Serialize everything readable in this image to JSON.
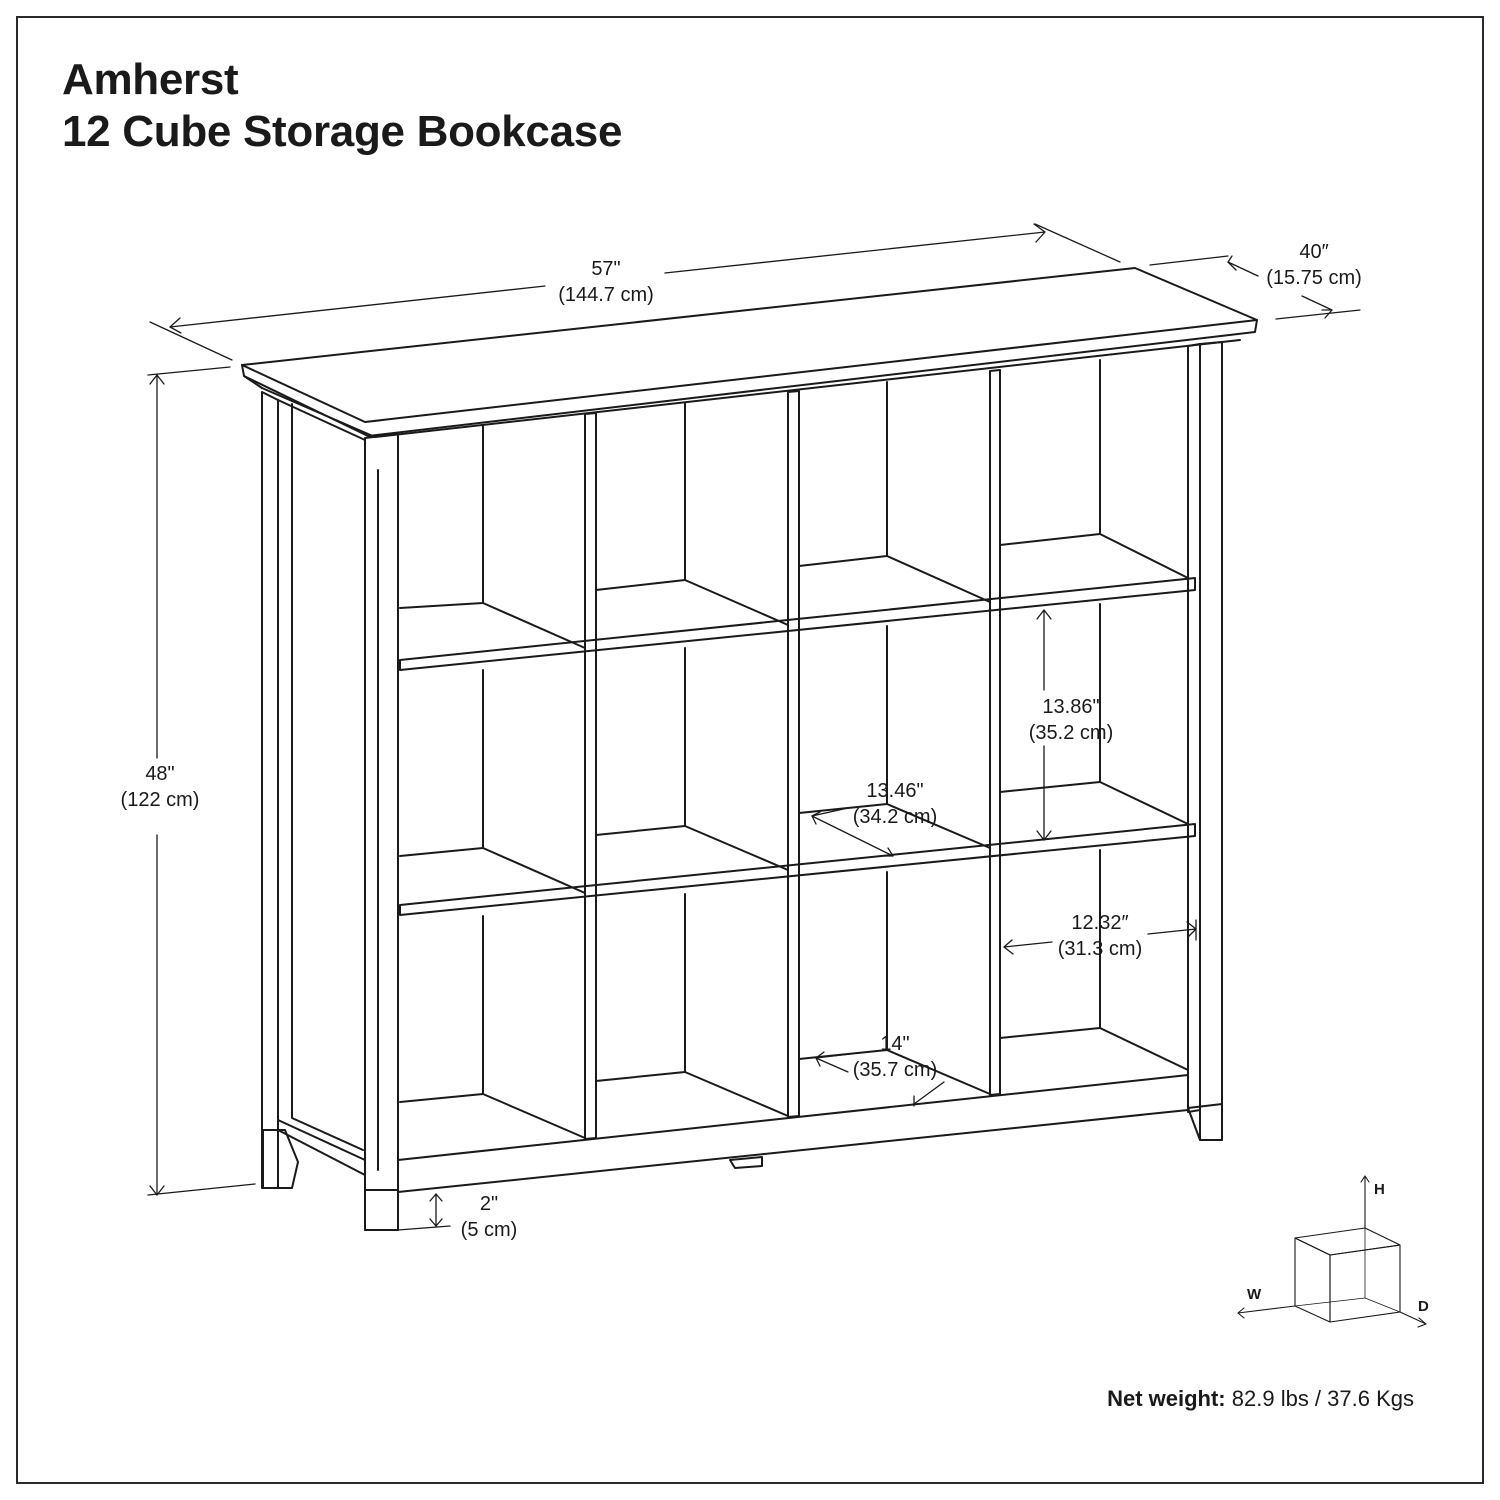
{
  "title": {
    "line1": "Amherst",
    "line2": "12 Cube Storage Bookcase"
  },
  "dimensions": {
    "width": {
      "in": "57\"",
      "cm": "(144.7 cm)"
    },
    "depth": {
      "in": "40″",
      "cm": "(15.75 cm)"
    },
    "height": {
      "in": "48\"",
      "cm": "(122 cm)"
    },
    "leg": {
      "in": "2\"",
      "cm": "(5 cm)"
    },
    "cube_height": {
      "in": "13.86\"",
      "cm": "(35.2 cm)"
    },
    "cube_depth": {
      "in": "13.46\"",
      "cm": "(34.2 cm)"
    },
    "cube_width": {
      "in": "12.32″",
      "cm": "(31.3 cm)"
    },
    "bottom_depth": {
      "in": "14\"",
      "cm": "(35.7 cm)"
    }
  },
  "axes": {
    "h": "H",
    "w": "W",
    "d": "D"
  },
  "net_weight": {
    "label": "Net weight:",
    "value": "82.9 lbs / 37.6 Kgs"
  },
  "colors": {
    "line": "#1a1a1a",
    "frame": "#2a2a2a",
    "background": "#ffffff"
  }
}
